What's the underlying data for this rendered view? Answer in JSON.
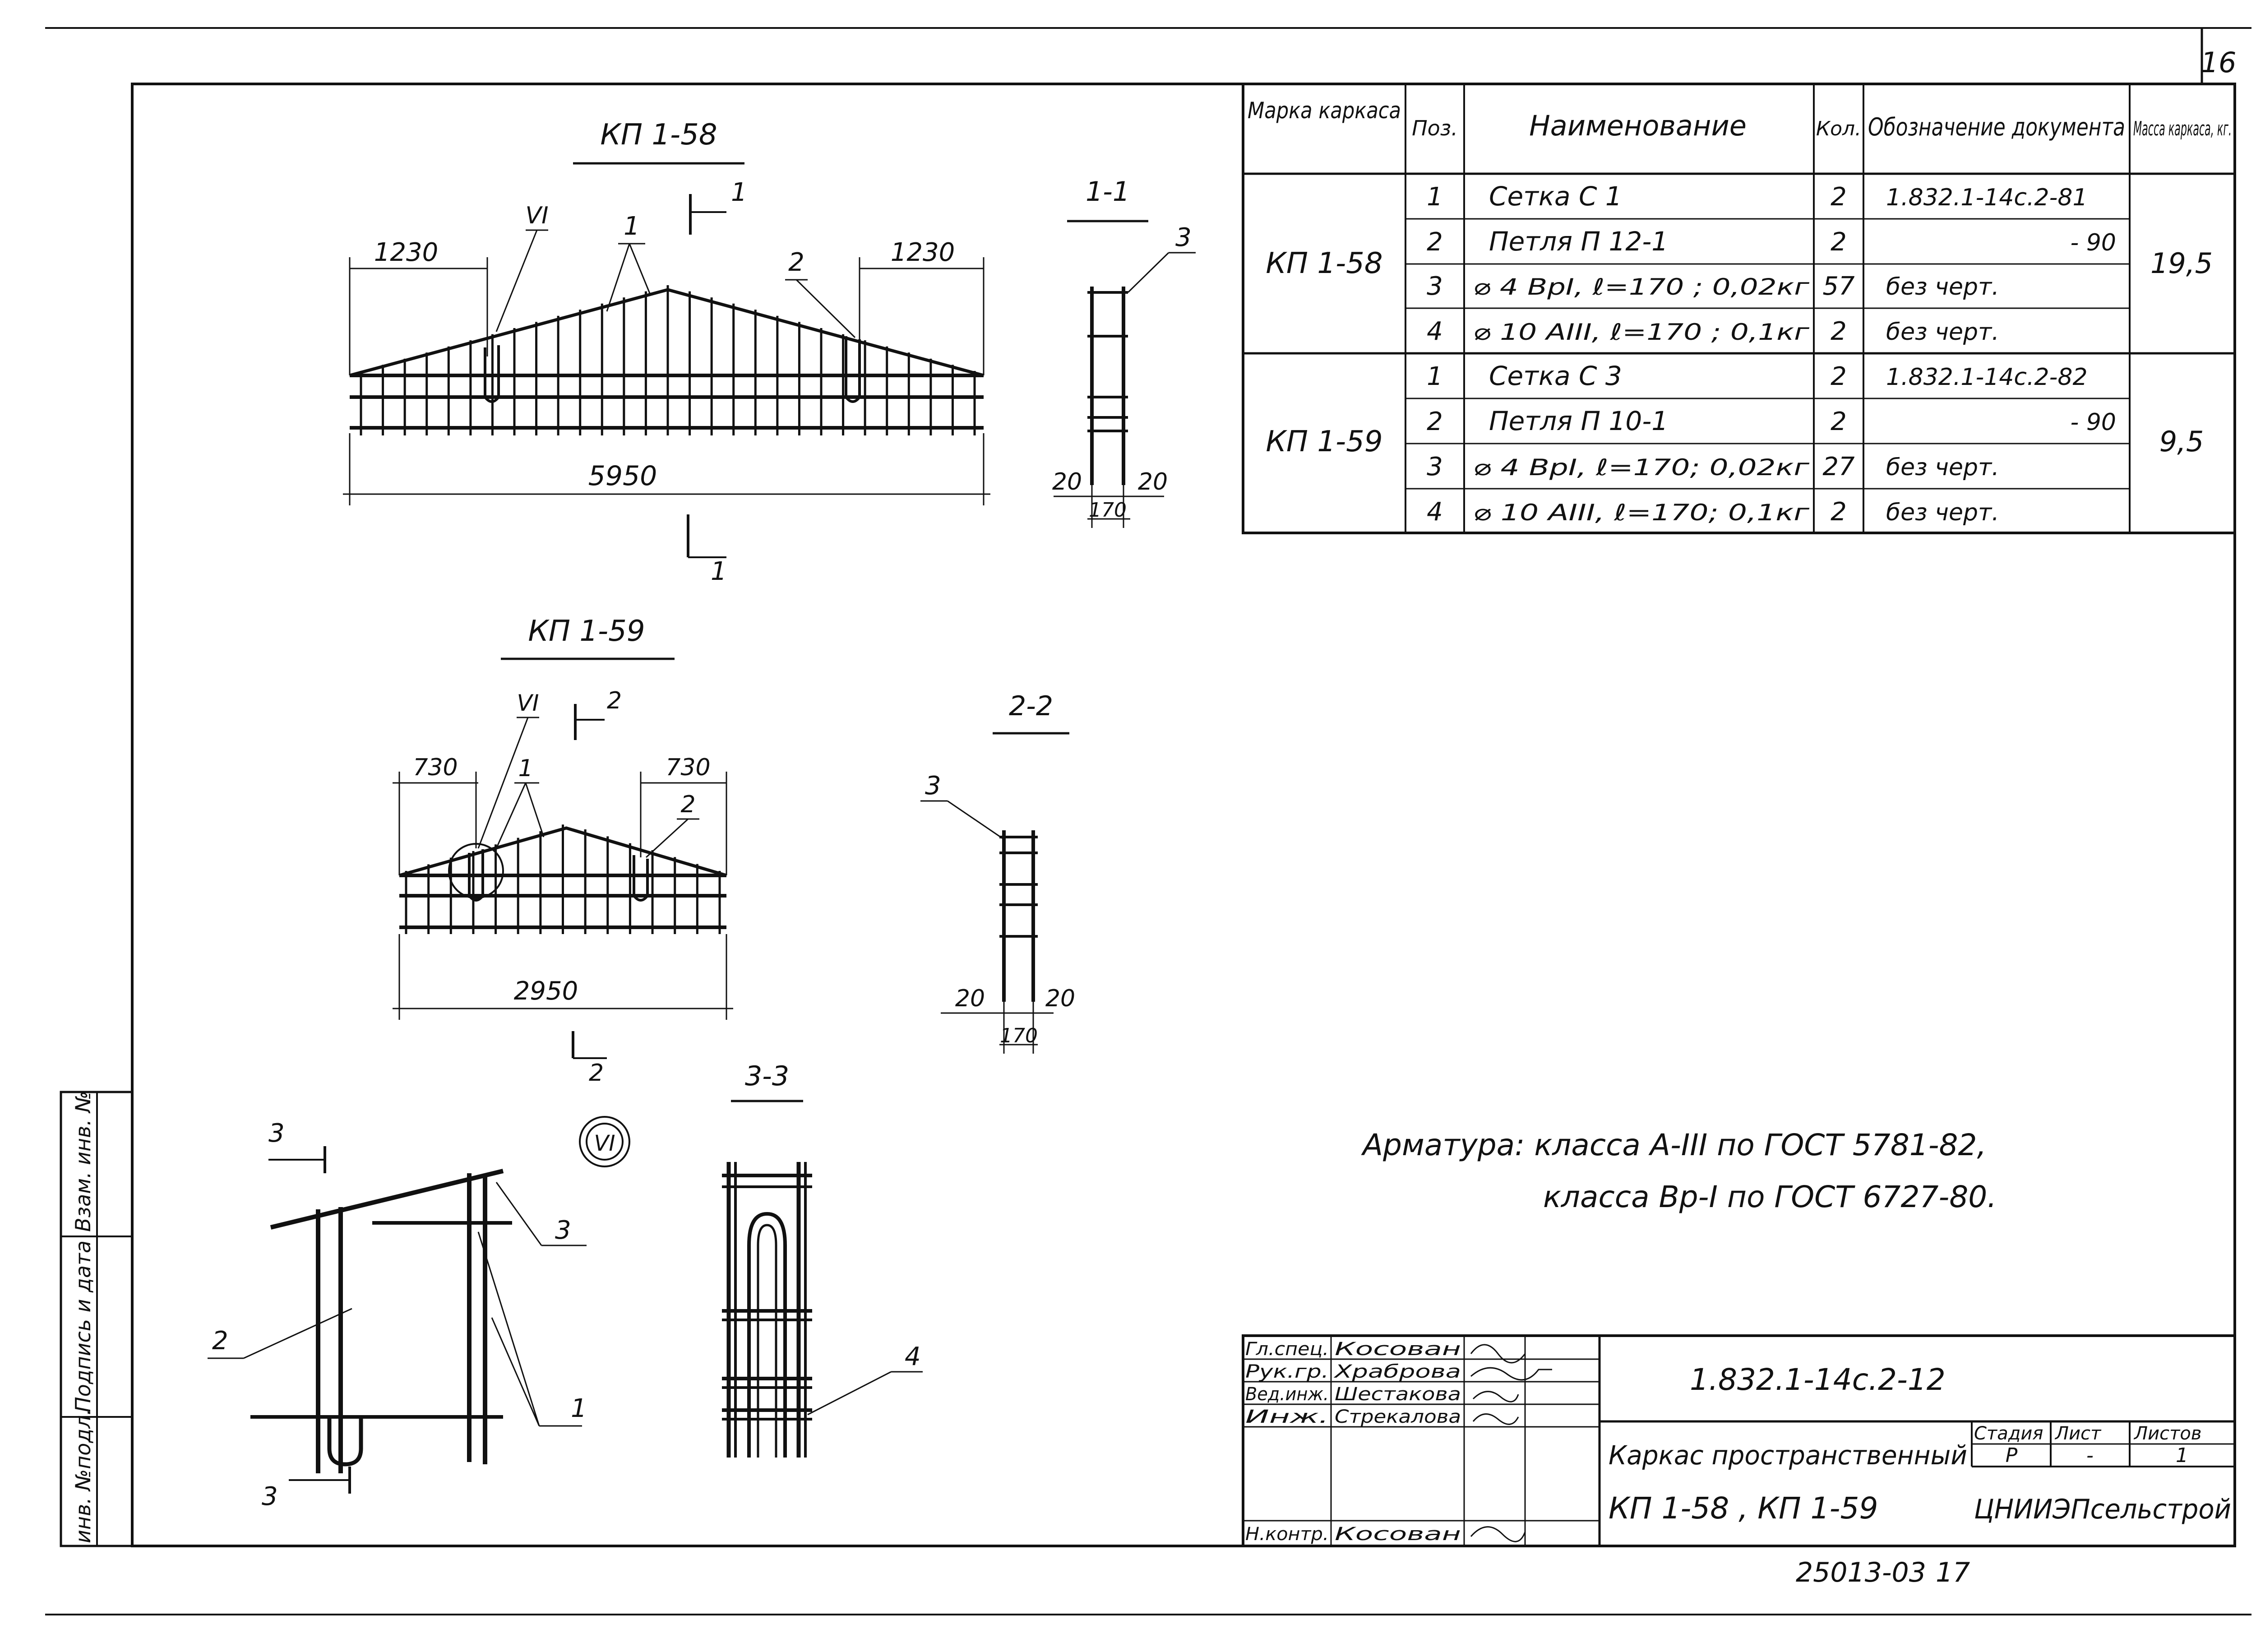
{
  "sheet": {
    "number": "16",
    "document_code": "1.832.1-14с.2-12",
    "bottom_code": "25013-03",
    "bottom_page": "17"
  },
  "side_stamp": {
    "inv_no_podl": "инв. №подл.",
    "podpis_data": "Подпись и дата",
    "vzam_inv": "Взам. инв. №"
  },
  "drawings": {
    "kp1_58": {
      "title": "КП 1-58",
      "dim_left": "1230",
      "dim_right": "1230",
      "dim_total": "5950",
      "label_node": "VI",
      "label_1": "1",
      "label_2": "2",
      "section_label": "1"
    },
    "section_1_1": {
      "title": "1-1",
      "pos": "3",
      "dim_left": "20",
      "dim_right": "20",
      "dim_width": "170"
    },
    "kp1_59": {
      "title": "КП 1-59",
      "dim_left": "730",
      "dim_right": "730",
      "dim_total": "2950",
      "label_node": "VI",
      "label_1": "1",
      "label_2": "2",
      "section_label": "2"
    },
    "section_2_2": {
      "title": "2-2",
      "pos": "3",
      "dim_left": "20",
      "dim_right": "20",
      "dim_width": "170"
    },
    "node_vi": {
      "label": "VI",
      "section_label": "3",
      "pos_1": "1",
      "pos_2": "2",
      "pos_3": "3"
    },
    "section_3_3": {
      "title": "3-3",
      "pos": "4"
    }
  },
  "spec_table": {
    "headers": [
      "Марка каркаса",
      "Поз.",
      "Наименование",
      "Кол.",
      "Обозначение документа",
      "Масса каркаса, кг."
    ],
    "groups": [
      {
        "mark": "КП 1-58",
        "mass": "19,5",
        "rows": [
          {
            "pos": "1",
            "name": "Сетка С 1",
            "qty": "2",
            "doc": "1.832.1-14с.2-81"
          },
          {
            "pos": "2",
            "name": "Петля П 12-1",
            "qty": "2",
            "doc": "- 90"
          },
          {
            "pos": "3",
            "name": "⌀ 4 ВрI, ℓ=170 ; 0,02кг",
            "qty": "57",
            "doc": "без черт."
          },
          {
            "pos": "4",
            "name": "⌀ 10 АIII, ℓ=170 ; 0,1кг",
            "qty": "2",
            "doc": "без черт."
          }
        ]
      },
      {
        "mark": "КП 1-59",
        "mass": "9,5",
        "rows": [
          {
            "pos": "1",
            "name": "Сетка С 3",
            "qty": "2",
            "doc": "1.832.1-14с.2-82"
          },
          {
            "pos": "2",
            "name": "Петля П 10-1",
            "qty": "2",
            "doc": "- 90"
          },
          {
            "pos": "3",
            "name": "⌀ 4 ВрI, ℓ=170; 0,02кг",
            "qty": "27",
            "doc": "без черт."
          },
          {
            "pos": "4",
            "name": "⌀ 10 АIII, ℓ=170; 0,1кг",
            "qty": "2",
            "doc": "без черт."
          }
        ]
      }
    ]
  },
  "note": {
    "line1": "Арматура: класса А-III по ГОСТ 5781-82,",
    "line2": "класса Вр-I по ГОСТ 6727-80."
  },
  "title_block": {
    "roles": [
      {
        "role": "Гл.спец.",
        "name": "Косован"
      },
      {
        "role": "Рук.гр.",
        "name": "Храброва"
      },
      {
        "role": "Вед.инж.",
        "name": "Шестакова"
      },
      {
        "role": "Инж.",
        "name": "Стрекалова"
      },
      {
        "role": "Н.контр.",
        "name": "Косован"
      }
    ],
    "object_title_1": "Каркас пространственный",
    "object_title_2": "КП 1-58 , КП 1-59",
    "stage_label": "Стадия",
    "sheet_label": "Лист",
    "sheets_label": "Листов",
    "stage_value": "Р",
    "sheet_value": "-",
    "sheets_value": "1",
    "organization": "ЦНИИЭПсельстрой"
  }
}
